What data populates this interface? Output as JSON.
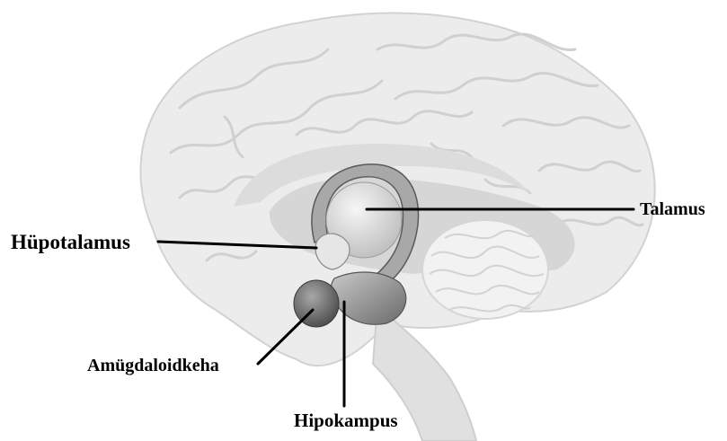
{
  "labels": {
    "thalamus": "Talamus",
    "hypothalamus": "Hüpotalamus",
    "amygdala": "Amügdaloidkeha",
    "hippocampus": "Hipokampus"
  },
  "colors": {
    "brain_fill": "#ececec",
    "brain_outline": "#d2d2d2",
    "gyri_lines": "#cfcfcf",
    "inner_region": "#dadada",
    "limbic_structure": "#9a9a9a",
    "limbic_dark": "#5a5a5a",
    "pointer_line": "#000000",
    "label_text": "#000000"
  }
}
